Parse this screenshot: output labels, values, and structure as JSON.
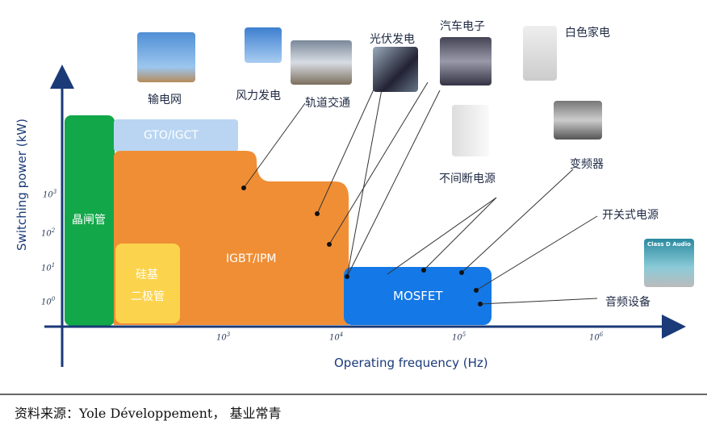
{
  "axes": {
    "y_label": "Switching power (kW)",
    "x_label": "Operating frequency (Hz)",
    "y_ticks": [
      {
        "base": "10",
        "exp": "3"
      },
      {
        "base": "10",
        "exp": "2"
      },
      {
        "base": "10",
        "exp": "1"
      },
      {
        "base": "10",
        "exp": "0"
      }
    ],
    "x_ticks": [
      {
        "base": "10",
        "exp": "3"
      },
      {
        "base": "10",
        "exp": "4"
      },
      {
        "base": "10",
        "exp": "5"
      },
      {
        "base": "10",
        "exp": "6"
      }
    ]
  },
  "regions": {
    "thyristor": "晶闸管",
    "gto": "GTO/IGCT",
    "igbt": "IGBT/IPM",
    "diode_1": "硅基",
    "diode_2": "二极管",
    "mosfet": "MOSFET"
  },
  "applications": [
    "输电网",
    "风力发电",
    "轨道交通",
    "光伏发电",
    "汽车电子",
    "白色家电",
    "不间断电源",
    "变频器",
    "开关式电源",
    "音频设备"
  ],
  "image_lettering": "Class D Audio",
  "colors": {
    "thyristor": "#12a84a",
    "gto": "#b9d5f2",
    "igbt": "#f08e35",
    "diode": "#fcd34d",
    "mosfet": "#1478e6",
    "axis": "#1a3a78"
  },
  "source": "资料来源：Yole Développement，  基业常青"
}
